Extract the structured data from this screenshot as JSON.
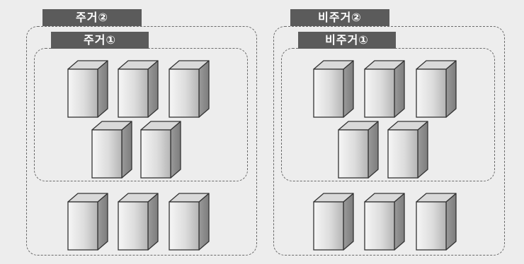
{
  "left_group": {
    "outer_label": "주거②",
    "inner_label": "주거①"
  },
  "right_group": {
    "outer_label": "비주거②",
    "inner_label": "비주거①"
  },
  "colors": {
    "background": "#ededed",
    "label_fill": "#5b5b5b",
    "label_text": "#ffffff",
    "dashed_border": "#6a6a6a",
    "block_front_light": "#f4f4f4",
    "block_front_dark": "#b9b9b9",
    "block_top": "#d9d9d9",
    "block_side": "#8f8f8f"
  },
  "icons": {
    "block": "building-block-icon"
  }
}
